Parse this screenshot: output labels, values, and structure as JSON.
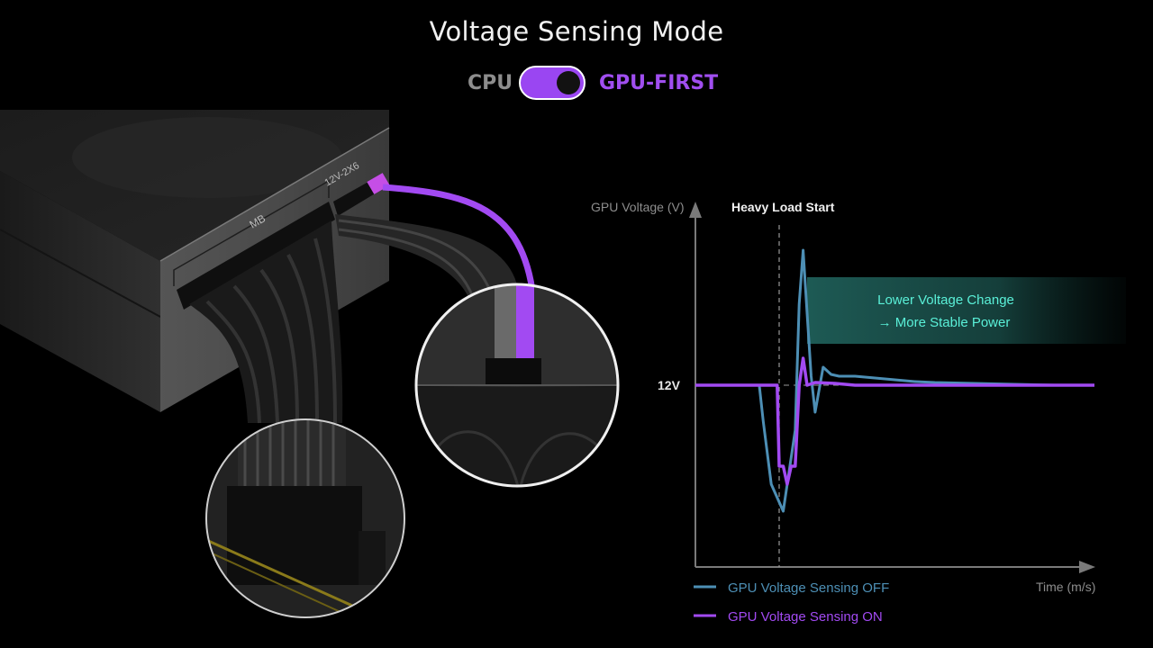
{
  "header": {
    "title": "Voltage Sensing Mode",
    "toggle": {
      "left_label": "CPU",
      "right_label": "GPU-FIRST",
      "state": "GPU-FIRST",
      "active_color": "#9a46f2"
    }
  },
  "psu": {
    "port_labels": [
      "MB",
      "12V-2X6"
    ]
  },
  "chart_data": {
    "type": "line",
    "title": "",
    "ylabel": "GPU Voltage (V)",
    "xlabel": "Time (m/s)",
    "y_tick_label": "12V",
    "event_label": "Heavy Load Start",
    "annotation": [
      "Lower Voltage Change",
      "→ More Stable Power"
    ],
    "baseline": 12,
    "series": [
      {
        "name": "GPU Voltage Sensing OFF",
        "color": "#4d8fb5",
        "x": [
          0,
          16,
          17,
          19,
          22,
          25,
          26,
          27,
          28,
          29,
          30,
          32,
          34,
          36,
          40,
          45,
          50,
          55,
          60,
          70,
          80,
          90,
          100
        ],
        "y": [
          12,
          12,
          11.6,
          10.9,
          10.6,
          11.5,
          12.9,
          13.5,
          12.8,
          12.1,
          11.7,
          12.2,
          12.12,
          12.1,
          12.1,
          12.08,
          12.06,
          12.04,
          12.03,
          12.02,
          12.01,
          12.0,
          12.0
        ]
      },
      {
        "name": "GPU Voltage Sensing ON",
        "color": "#a24af2",
        "x": [
          0,
          20.5,
          21,
          22,
          23,
          24,
          25,
          26,
          27,
          28,
          30,
          35,
          40,
          60,
          80,
          100
        ],
        "y": [
          12,
          12,
          11.1,
          11.1,
          10.9,
          11.1,
          11.1,
          12.0,
          12.3,
          12.0,
          12.03,
          12.02,
          12.0,
          12.0,
          12.0,
          12.0
        ]
      }
    ]
  }
}
